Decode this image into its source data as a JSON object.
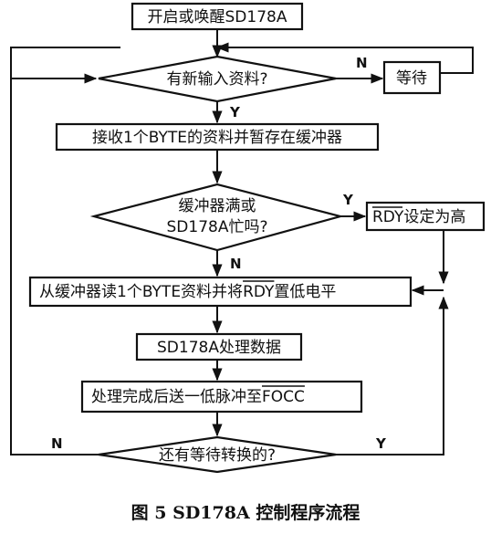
{
  "nodes": {
    "start": "开启或唤醒SD178A",
    "new_input": "有新输入资料?",
    "wait": "等待",
    "receive": "接收1个BYTE的资料并暂存在缓冲器",
    "buffer_full_line1": "缓冲器满或",
    "buffer_full_line2": "SD178A忙吗?",
    "rdy_high_overline": "RDY",
    "rdy_high_rest": "设定为高",
    "read_buffer_pre": "从缓冲器读1个BYTE资料并将",
    "read_buffer_overline": "RDY",
    "read_buffer_post": "置低电平",
    "process": "SD178A处理数据",
    "pulse_pre": "处理完成后送一低脉冲至",
    "pulse_overline": "FOCC",
    "more_pending": "还有等待转换的?"
  },
  "branch_labels": {
    "new_input_no": "N",
    "new_input_yes": "Y",
    "buffer_yes": "Y",
    "buffer_no": "N",
    "more_no": "N",
    "more_yes": "Y"
  },
  "caption": "图 5  SD178A 控制程序流程"
}
